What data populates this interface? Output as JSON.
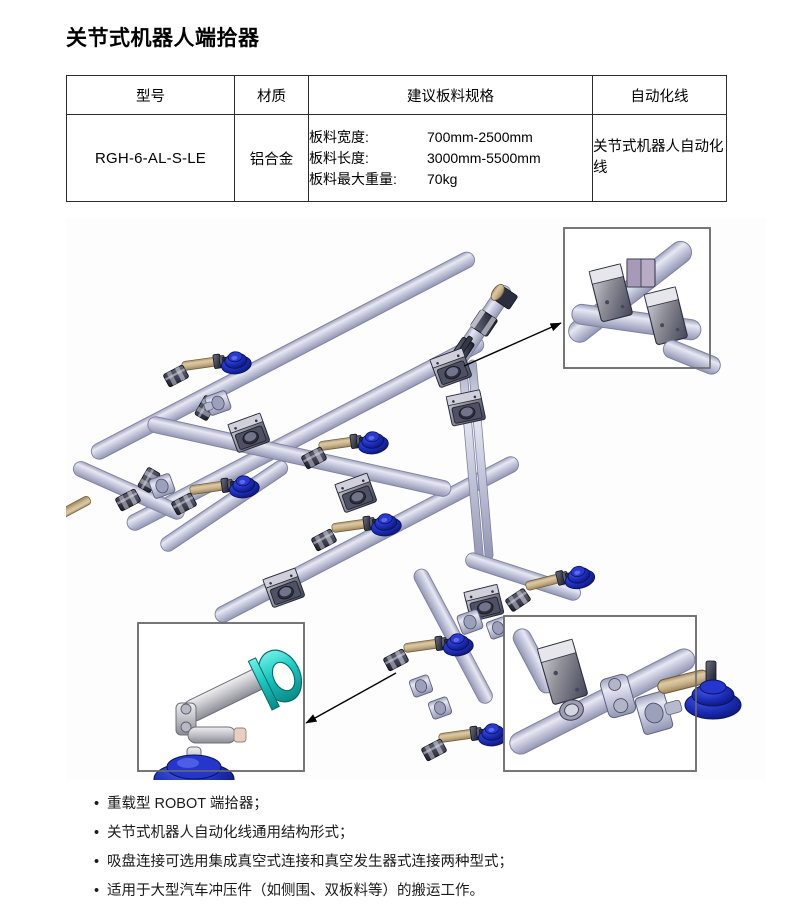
{
  "page": {
    "title": "关节式机器人端拾器"
  },
  "table": {
    "headers": {
      "model": "型号",
      "material": "材质",
      "blank_spec": "建议板料规格",
      "automation_line": "自动化线"
    },
    "row": {
      "model": "RGH-6-AL-S-LE",
      "material": "铝合金",
      "specs": [
        {
          "label": "板料宽度:",
          "value": "700mm-2500mm"
        },
        {
          "label": "板料长度:",
          "value": "3000mm-5500mm"
        },
        {
          "label": "板料最大重量:",
          "value": "70kg"
        }
      ],
      "automation_line": "关节式机器人自动化线"
    }
  },
  "illustration": {
    "alt": "关节式机器人端拾器结构图",
    "callouts": {
      "top_right": "十字夹块连接细节",
      "bottom_left": "吸盘支臂与抱箍细节",
      "bottom_right": "吸盘连接夹块细节"
    },
    "colors": {
      "tube": "#c6c9dd",
      "tube_light": "#e2e4ef",
      "tube_dark": "#9fa3bd",
      "rod": "#c9b48d",
      "rod_dark": "#a68f66",
      "cup_blue": "#1d2fbe",
      "cup_blue_dark": "#101a86",
      "clamp_gray": "#8e8e96",
      "clamp_dark": "#3f4250",
      "clamp_light": "#d8d8e0",
      "teal": "#18c7c0",
      "callout_border": "#6b6b6b",
      "arrow": "#000000"
    }
  },
  "bullets": [
    {
      "marker": "•",
      "text": "重载型 ROBOT 端拾器；"
    },
    {
      "marker": "•",
      "text": "关节式机器人自动化线通用结构形式；"
    },
    {
      "marker": "•",
      "text": "吸盘连接可选用集成真空式连接和真空发生器式连接两种型式；"
    },
    {
      "marker": "•",
      "text": "适用于大型汽车冲压件（如侧围、双板料等）的搬运工作。"
    }
  ]
}
